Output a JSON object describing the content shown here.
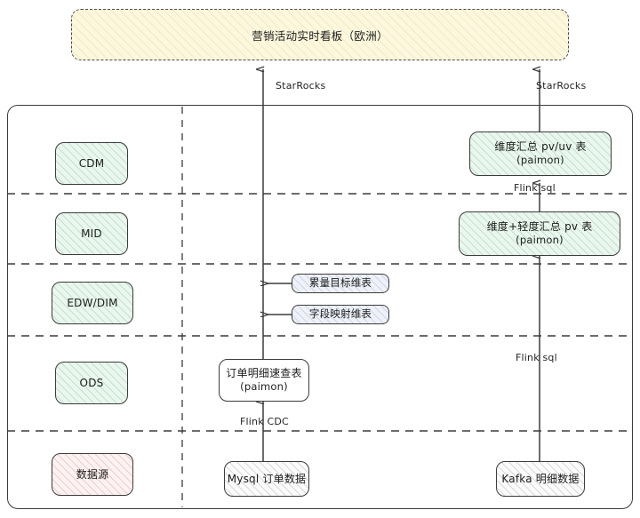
{
  "diagram": {
    "title_box": {
      "label": "营销活动实时看板（欧洲）",
      "fill": "#fcf7dd",
      "border_style": "dashed"
    },
    "layers": [
      {
        "id": "cdm",
        "label": "CDM",
        "fill": "#e9f7ee"
      },
      {
        "id": "mid",
        "label": "MID",
        "fill": "#e9f7ee"
      },
      {
        "id": "edw_dim",
        "label": "EDW/DIM",
        "fill": "#e9f7ee"
      },
      {
        "id": "ods",
        "label": "ODS",
        "fill": "#e9f7ee"
      },
      {
        "id": "source",
        "label": "数据源",
        "fill": "#fdf2f2"
      }
    ],
    "nodes": [
      {
        "id": "dim-summary-pvuv",
        "label": "维度汇总 pv/uv 表",
        "sub": "(paimon)",
        "layer": "CDM",
        "fill": "#e9f7ee"
      },
      {
        "id": "dim-light-summary-pv",
        "label": "维度+轻度汇总 pv 表",
        "sub": "(paimon)",
        "layer": "MID",
        "fill": "#e9f7ee"
      },
      {
        "id": "cumulative-target-dim-table",
        "label": "累量目标维表",
        "sub": "",
        "layer": "EDW/DIM",
        "fill": "#eef1f8"
      },
      {
        "id": "field-mapping-dim-table",
        "label": "字段映射维表",
        "sub": "",
        "layer": "EDW/DIM",
        "fill": "#eef1f8"
      },
      {
        "id": "order-detail-quick-table",
        "label": "订单明细速查表",
        "sub": "(paimon)",
        "layer": "ODS",
        "fill": "#ffffff"
      },
      {
        "id": "mysql-order-data",
        "label": "Mysql 订单数据",
        "sub": "",
        "layer": "数据源",
        "fill": "#fbfbfb"
      },
      {
        "id": "kafka-detail-data",
        "label": "Kafka 明细数据",
        "sub": "",
        "layer": "数据源",
        "fill": "#fbfbfb"
      }
    ],
    "edge_labels": {
      "starrocks_left": "StarRocks",
      "starrocks_right": "StarRocks",
      "flink_sql_cdm": "Flink sql",
      "flink_sql_right": "Flink sql",
      "flink_cdc": "Flink CDC"
    },
    "colors": {
      "stroke": "#3c3c3c",
      "text": "#1d1d1d",
      "green_fill": "#e9f7ee",
      "blue_fill": "#eef1f8",
      "pink_fill": "#fdf2f2",
      "cream_fill": "#fcf7dd",
      "grey_fill": "#fbfbfb"
    }
  }
}
